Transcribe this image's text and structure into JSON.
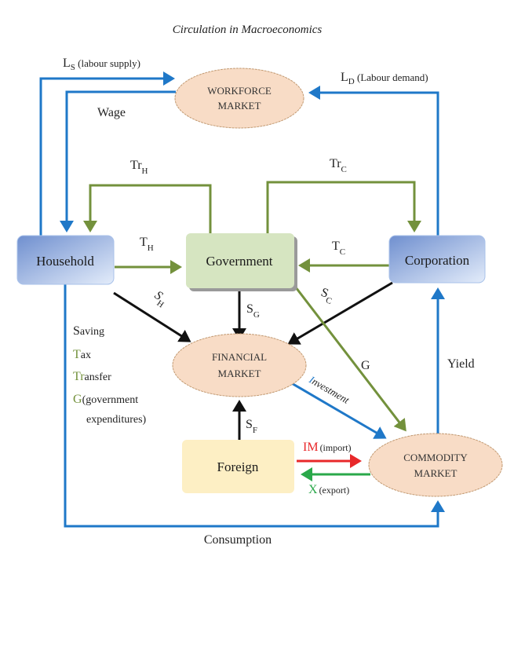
{
  "title": "Circulation in Macroeconomics",
  "nodes": {
    "workforce": [
      "WORKFORCE",
      "MARKET"
    ],
    "household": "Household",
    "government": "Government",
    "corporation": "Corporation",
    "financial": [
      "FINANCIAL",
      "MARKET"
    ],
    "foreign": "Foreign",
    "commodity": [
      "COMMODITY",
      "MARKET"
    ]
  },
  "flows": {
    "ls": {
      "main": "L",
      "sub": "S",
      "desc": " (labour supply)"
    },
    "ld": {
      "main": "L",
      "sub": "D",
      "desc": " (Labour demand)"
    },
    "wage": "Wage",
    "trh": {
      "main": "Tr",
      "sub": "H"
    },
    "trc": {
      "main": "Tr",
      "sub": "C"
    },
    "th": {
      "main": "T",
      "sub": "H"
    },
    "tc": {
      "main": "T",
      "sub": "C"
    },
    "sh": {
      "main": "S",
      "sub": "H"
    },
    "sg": {
      "main": "S",
      "sub": "G"
    },
    "sc": {
      "main": "S",
      "sub": "C"
    },
    "sf": {
      "main": "S",
      "sub": "F"
    },
    "g": "G",
    "investment": {
      "first": "I",
      "rest": "nvestment"
    },
    "yield": "Yield",
    "im": {
      "main": "IM",
      "desc": "(import)"
    },
    "x": {
      "main": "X",
      "desc": "(export)"
    },
    "consumption": "Consumption"
  },
  "legend": [
    {
      "first": "S",
      "rest": "aving",
      "color": "#222222"
    },
    {
      "first": "T",
      "rest": "ax",
      "color": "#73913c"
    },
    {
      "first": "Tr",
      "rest": "ansfer",
      "color": "#73913c"
    },
    {
      "first": "G",
      "rest": "(government",
      "color": "#73913c"
    },
    {
      "first": "",
      "rest": "expenditures)",
      "color": "#222222"
    }
  ],
  "colors": {
    "labour": "#1f78c8",
    "government": "#73913c",
    "saving": "#111111",
    "import": "#e8282a",
    "export": "#2aa84a"
  }
}
